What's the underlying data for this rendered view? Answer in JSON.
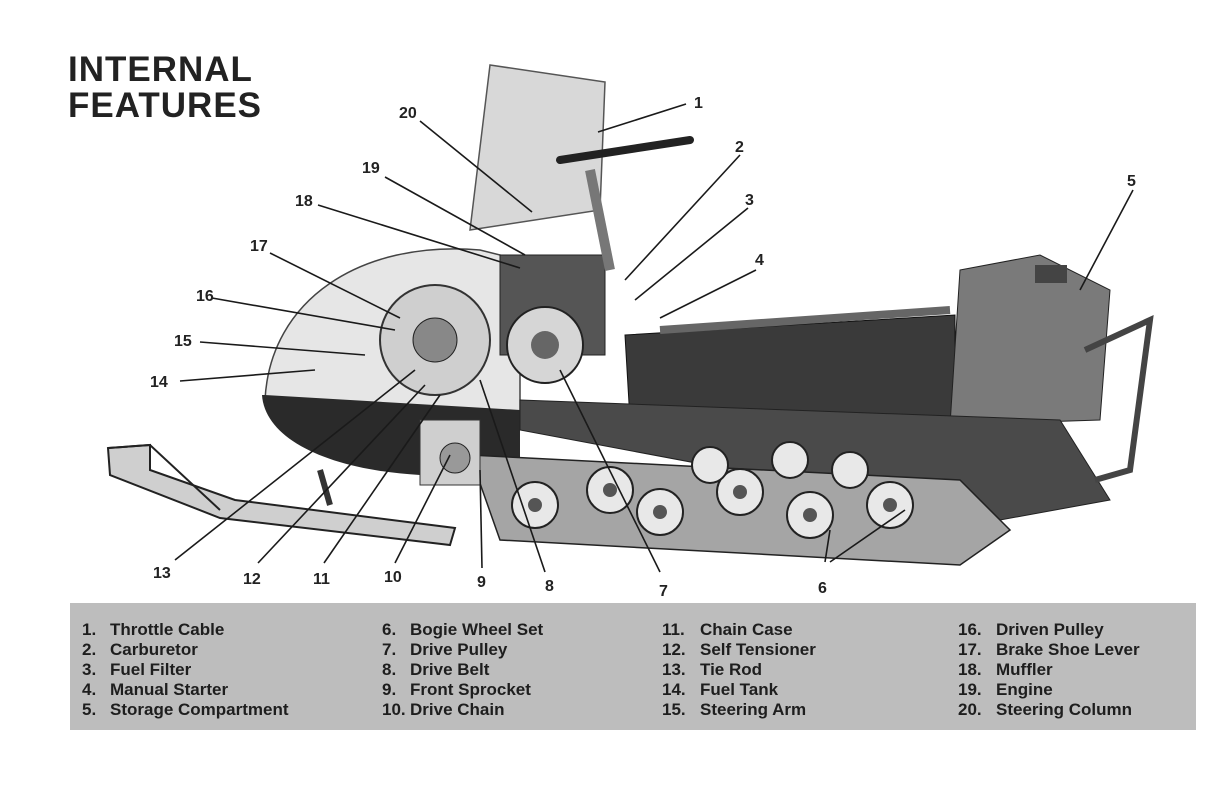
{
  "title": {
    "line1": "INTERNAL",
    "line2": "FEATURES"
  },
  "callouts": [
    "1",
    "2",
    "3",
    "4",
    "5",
    "6",
    "7",
    "8",
    "9",
    "10",
    "11",
    "12",
    "13",
    "14",
    "15",
    "16",
    "17",
    "18",
    "19",
    "20"
  ],
  "legend": [
    {
      "n": "1.",
      "label": "Throttle Cable"
    },
    {
      "n": "2.",
      "label": "Carburetor"
    },
    {
      "n": "3.",
      "label": "Fuel Filter"
    },
    {
      "n": "4.",
      "label": "Manual Starter"
    },
    {
      "n": "5.",
      "label": "Storage Compartment"
    },
    {
      "n": "6.",
      "label": "Bogie Wheel Set"
    },
    {
      "n": "7.",
      "label": "Drive Pulley"
    },
    {
      "n": "8.",
      "label": "Drive Belt"
    },
    {
      "n": "9.",
      "label": "Front Sprocket"
    },
    {
      "n": "10.",
      "label": "Drive Chain"
    },
    {
      "n": "11.",
      "label": "Chain Case"
    },
    {
      "n": "12.",
      "label": "Self Tensioner"
    },
    {
      "n": "13.",
      "label": "Tie Rod"
    },
    {
      "n": "14.",
      "label": "Fuel Tank"
    },
    {
      "n": "15.",
      "label": "Steering Arm"
    },
    {
      "n": "16.",
      "label": "Driven Pulley"
    },
    {
      "n": "17.",
      "label": "Brake Shoe Lever"
    },
    {
      "n": "18.",
      "label": "Muffler"
    },
    {
      "n": "19.",
      "label": "Engine"
    },
    {
      "n": "20.",
      "label": "Steering Column"
    }
  ],
  "colors": {
    "ink": "#222222",
    "legend_bg": "#bdbdbd"
  }
}
